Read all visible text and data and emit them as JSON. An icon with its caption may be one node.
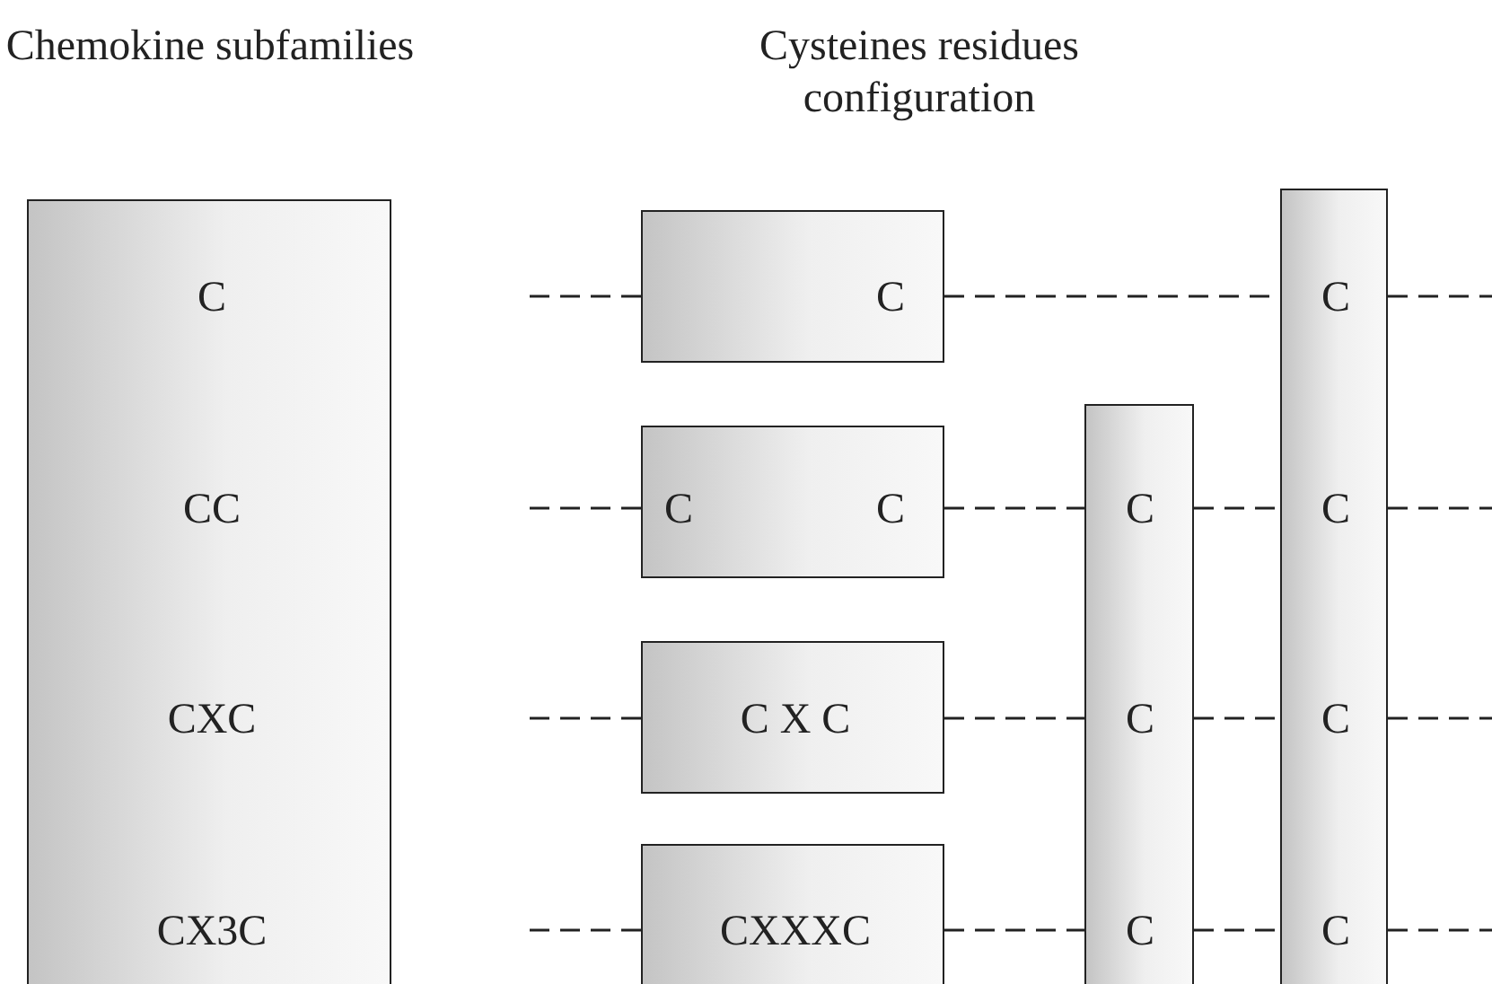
{
  "diagram": {
    "nodes": [
      {
        "text": [
          "Chemokine subfamilies",
          "C",
          "CC",
          "CXC",
          "CX3C"
        ]
      },
      {
        "text": [
          "C"
        ]
      },
      {
        "text": [
          "C",
          "C"
        ]
      },
      {
        "text": [
          "C X C"
        ]
      },
      {
        "text": [
          "CXXXC"
        ]
      },
      {
        "text": [
          "C",
          "C",
          "C"
        ]
      },
      {
        "text": [
          "C",
          "C",
          "C",
          "C"
        ]
      }
    ],
    "edges": [
      {
        "from": null,
        "to": 1,
        "arrow": "none",
        "style": "dashed"
      },
      {
        "from": 1,
        "to": 6,
        "arrow": "none",
        "style": "dashed"
      },
      {
        "from": 6,
        "to": null,
        "arrow": "none",
        "style": "dashed"
      },
      {
        "from": null,
        "to": 2,
        "arrow": "none",
        "style": "dashed"
      },
      {
        "from": 2,
        "to": 5,
        "arrow": "none",
        "style": "dashed"
      },
      {
        "from": 5,
        "to": 6,
        "arrow": "none",
        "style": "dashed"
      },
      {
        "from": 6,
        "to": null,
        "arrow": "none",
        "style": "dashed"
      },
      {
        "from": null,
        "to": 3,
        "arrow": "none",
        "style": "dashed"
      },
      {
        "from": 3,
        "to": 5,
        "arrow": "none",
        "style": "dashed"
      },
      {
        "from": 5,
        "to": 6,
        "arrow": "none",
        "style": "dashed"
      },
      {
        "from": 6,
        "to": null,
        "arrow": "none",
        "style": "dashed"
      },
      {
        "from": null,
        "to": 4,
        "arrow": "none",
        "style": "dashed"
      },
      {
        "from": 4,
        "to": 5,
        "arrow": "none",
        "style": "dashed"
      },
      {
        "from": 5,
        "to": 6,
        "arrow": "none",
        "style": "dashed"
      },
      {
        "from": 6,
        "to": null,
        "arrow": "none",
        "style": "dashed"
      }
    ],
    "labels": [
      "Cysteines residues configuration"
    ]
  }
}
